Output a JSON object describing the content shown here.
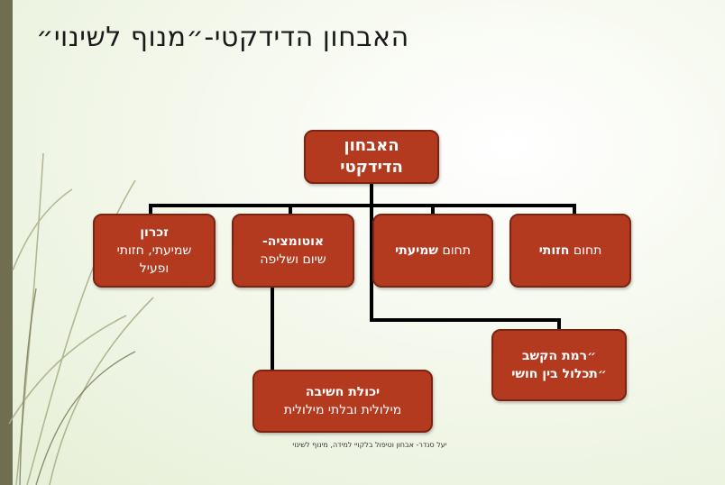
{
  "slide": {
    "title": "האבחון הדידקטי-״מנוף לשינוי״",
    "footnote": "יעל סנדר- אבחון וטיפול בלקויי למידה, מינוף לשינוי"
  },
  "diagram": {
    "root": {
      "line1": "האבחון",
      "line2": "הדידקטי"
    },
    "visual": {
      "bold": "חזותי",
      "prefix": "תחום "
    },
    "auditory": {
      "prefix": "תחום ",
      "bold": "שמיעתי"
    },
    "automation": {
      "title": "אוטומציה-",
      "line2": "שיום ושליפה"
    },
    "memory": {
      "title": "זכרון",
      "line2": "שמיעתי, חזותי",
      "line3": "ופעיל"
    },
    "attention": {
      "line1": "״רמת הקשב",
      "line2": "״תכלול בין חושי"
    },
    "thinking": {
      "title": "יכולת חשיבה",
      "line2": "מילולית ובלתי מילולית"
    }
  },
  "colors": {
    "box_fill": "#b33a1f",
    "box_border": "#7a2412",
    "connector": "#000000",
    "side_bar": "#6f6e4f"
  }
}
